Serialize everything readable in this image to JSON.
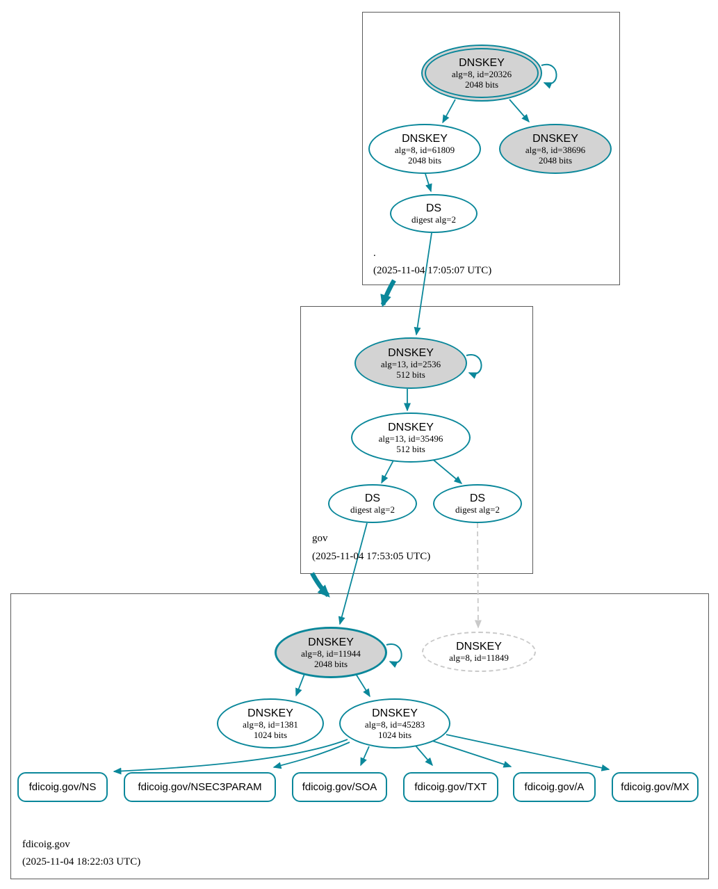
{
  "colors": {
    "secure_teal": "#0a879a",
    "key_fill_gray": "#d3d3d3",
    "missing_dashed_gray": "#c9c9c9"
  },
  "zones": [
    {
      "name": ".",
      "timestamp": "(2025-11-04 17:05:07 UTC)",
      "ksk": {
        "title": "DNSKEY",
        "detail": "alg=8, id=20326",
        "bits": "2048 bits"
      },
      "zsk": {
        "title": "DNSKEY",
        "detail": "alg=8, id=61809",
        "bits": "2048 bits"
      },
      "key3": {
        "title": "DNSKEY",
        "detail": "alg=8, id=38696",
        "bits": "2048 bits"
      },
      "ds": {
        "title": "DS",
        "detail": "digest alg=2"
      }
    },
    {
      "name": "gov",
      "timestamp": "(2025-11-04 17:53:05 UTC)",
      "ksk": {
        "title": "DNSKEY",
        "detail": "alg=13, id=2536",
        "bits": "512 bits"
      },
      "zsk": {
        "title": "DNSKEY",
        "detail": "alg=13, id=35496",
        "bits": "512 bits"
      },
      "ds1": {
        "title": "DS",
        "detail": "digest alg=2"
      },
      "ds2": {
        "title": "DS",
        "detail": "digest alg=2"
      }
    },
    {
      "name": "fdicoig.gov",
      "timestamp": "(2025-11-04 18:22:03 UTC)",
      "ksk": {
        "title": "DNSKEY",
        "detail": "alg=8, id=11944",
        "bits": "2048 bits"
      },
      "missing_key": {
        "title": "DNSKEY",
        "detail": "alg=8, id=11849"
      },
      "zsk1": {
        "title": "DNSKEY",
        "detail": "alg=8, id=1381",
        "bits": "1024 bits"
      },
      "zsk2": {
        "title": "DNSKEY",
        "detail": "alg=8, id=45283",
        "bits": "1024 bits"
      },
      "rrsets": [
        {
          "label": "fdicoig.gov/NS"
        },
        {
          "label": "fdicoig.gov/NSEC3PARAM"
        },
        {
          "label": "fdicoig.gov/SOA"
        },
        {
          "label": "fdicoig.gov/TXT"
        },
        {
          "label": "fdicoig.gov/A"
        },
        {
          "label": "fdicoig.gov/MX"
        }
      ]
    }
  ]
}
